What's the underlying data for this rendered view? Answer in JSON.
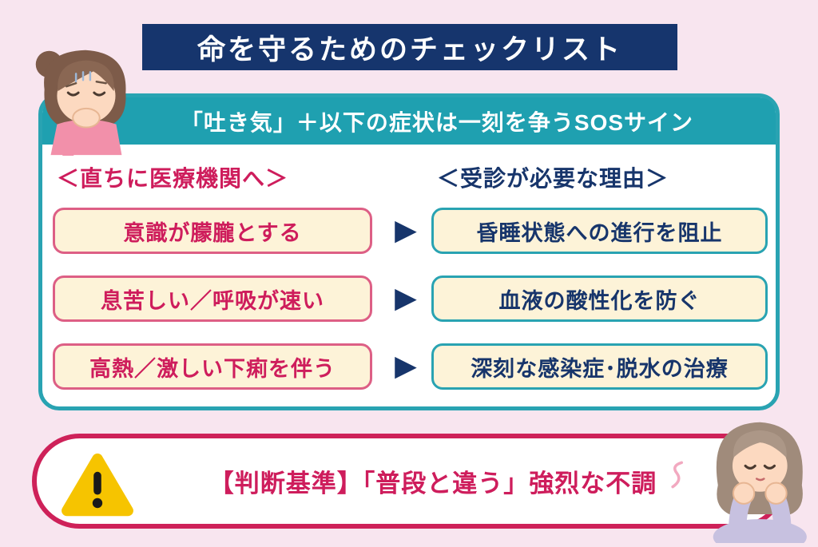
{
  "title": "命を守るためのチェックリスト",
  "card": {
    "banner": "「吐き気」＋以下の症状は一刻を争うSOSサイン",
    "left_header": "＜直ちに医療機関へ＞",
    "right_header": "＜受診が必要な理由＞",
    "rows": [
      {
        "symptom": "意識が朦朧とする",
        "reason": "昏睡状態への進行を阻止"
      },
      {
        "symptom": "息苦しい／呼吸が速い",
        "reason": "血液の酸性化を防ぐ"
      },
      {
        "symptom": "高熱／激しい下痢を伴う",
        "reason": "深刻な感染症･脱水の治療"
      }
    ]
  },
  "footer": {
    "label": "【判断基準】「普段と違う」強烈な不調"
  },
  "icons": {
    "arrow_right": "▶",
    "warning": "warning-triangle-icon"
  },
  "colors": {
    "background": "#f8e5ef",
    "navy": "#17356b",
    "teal": "#29a3b2",
    "crimson": "#ce2159",
    "cream": "#fdf3d8",
    "warning_yellow": "#f6c400"
  }
}
